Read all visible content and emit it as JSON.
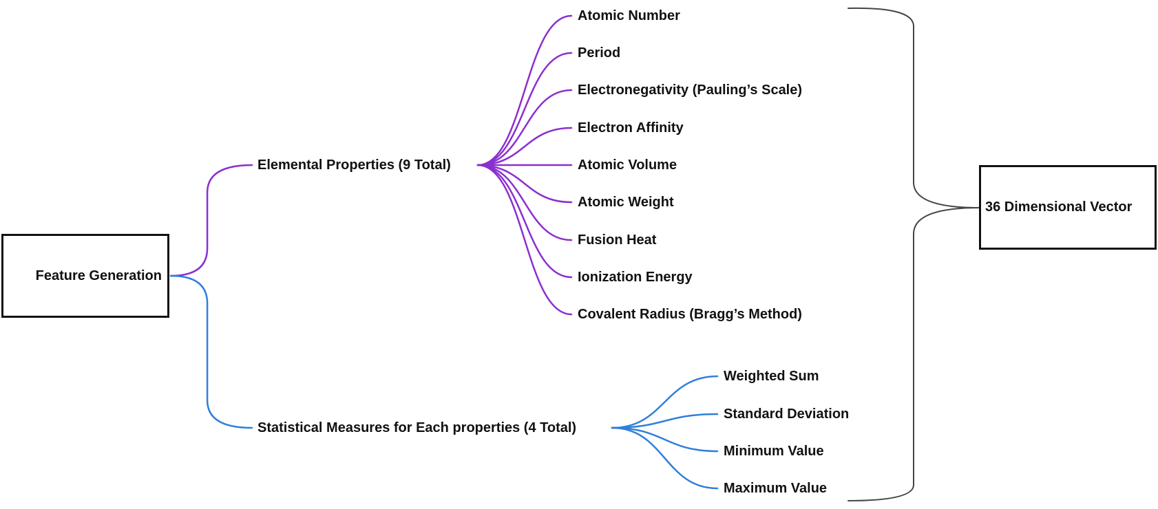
{
  "root": {
    "label": "Feature Generation"
  },
  "output": {
    "label": "36 Dimensional Vector"
  },
  "branches": [
    {
      "label": "Elemental Properties (9 Total)",
      "color": "#8B2FD0",
      "children": [
        "Atomic Number",
        "Period",
        "Electronegativity (Pauling’s Scale)",
        "Electron Affinity",
        "Atomic Volume",
        "Atomic Weight",
        "Fusion Heat",
        "Ionization Energy",
        "Covalent Radius (Bragg’s Method)"
      ]
    },
    {
      "label": "Statistical Measures for Each properties (4 Total)",
      "color": "#2E7FDB",
      "children": [
        "Weighted Sum",
        "Standard Deviation",
        "Minimum Value",
        "Maximum Value"
      ]
    }
  ],
  "bracket_color": "#444444"
}
